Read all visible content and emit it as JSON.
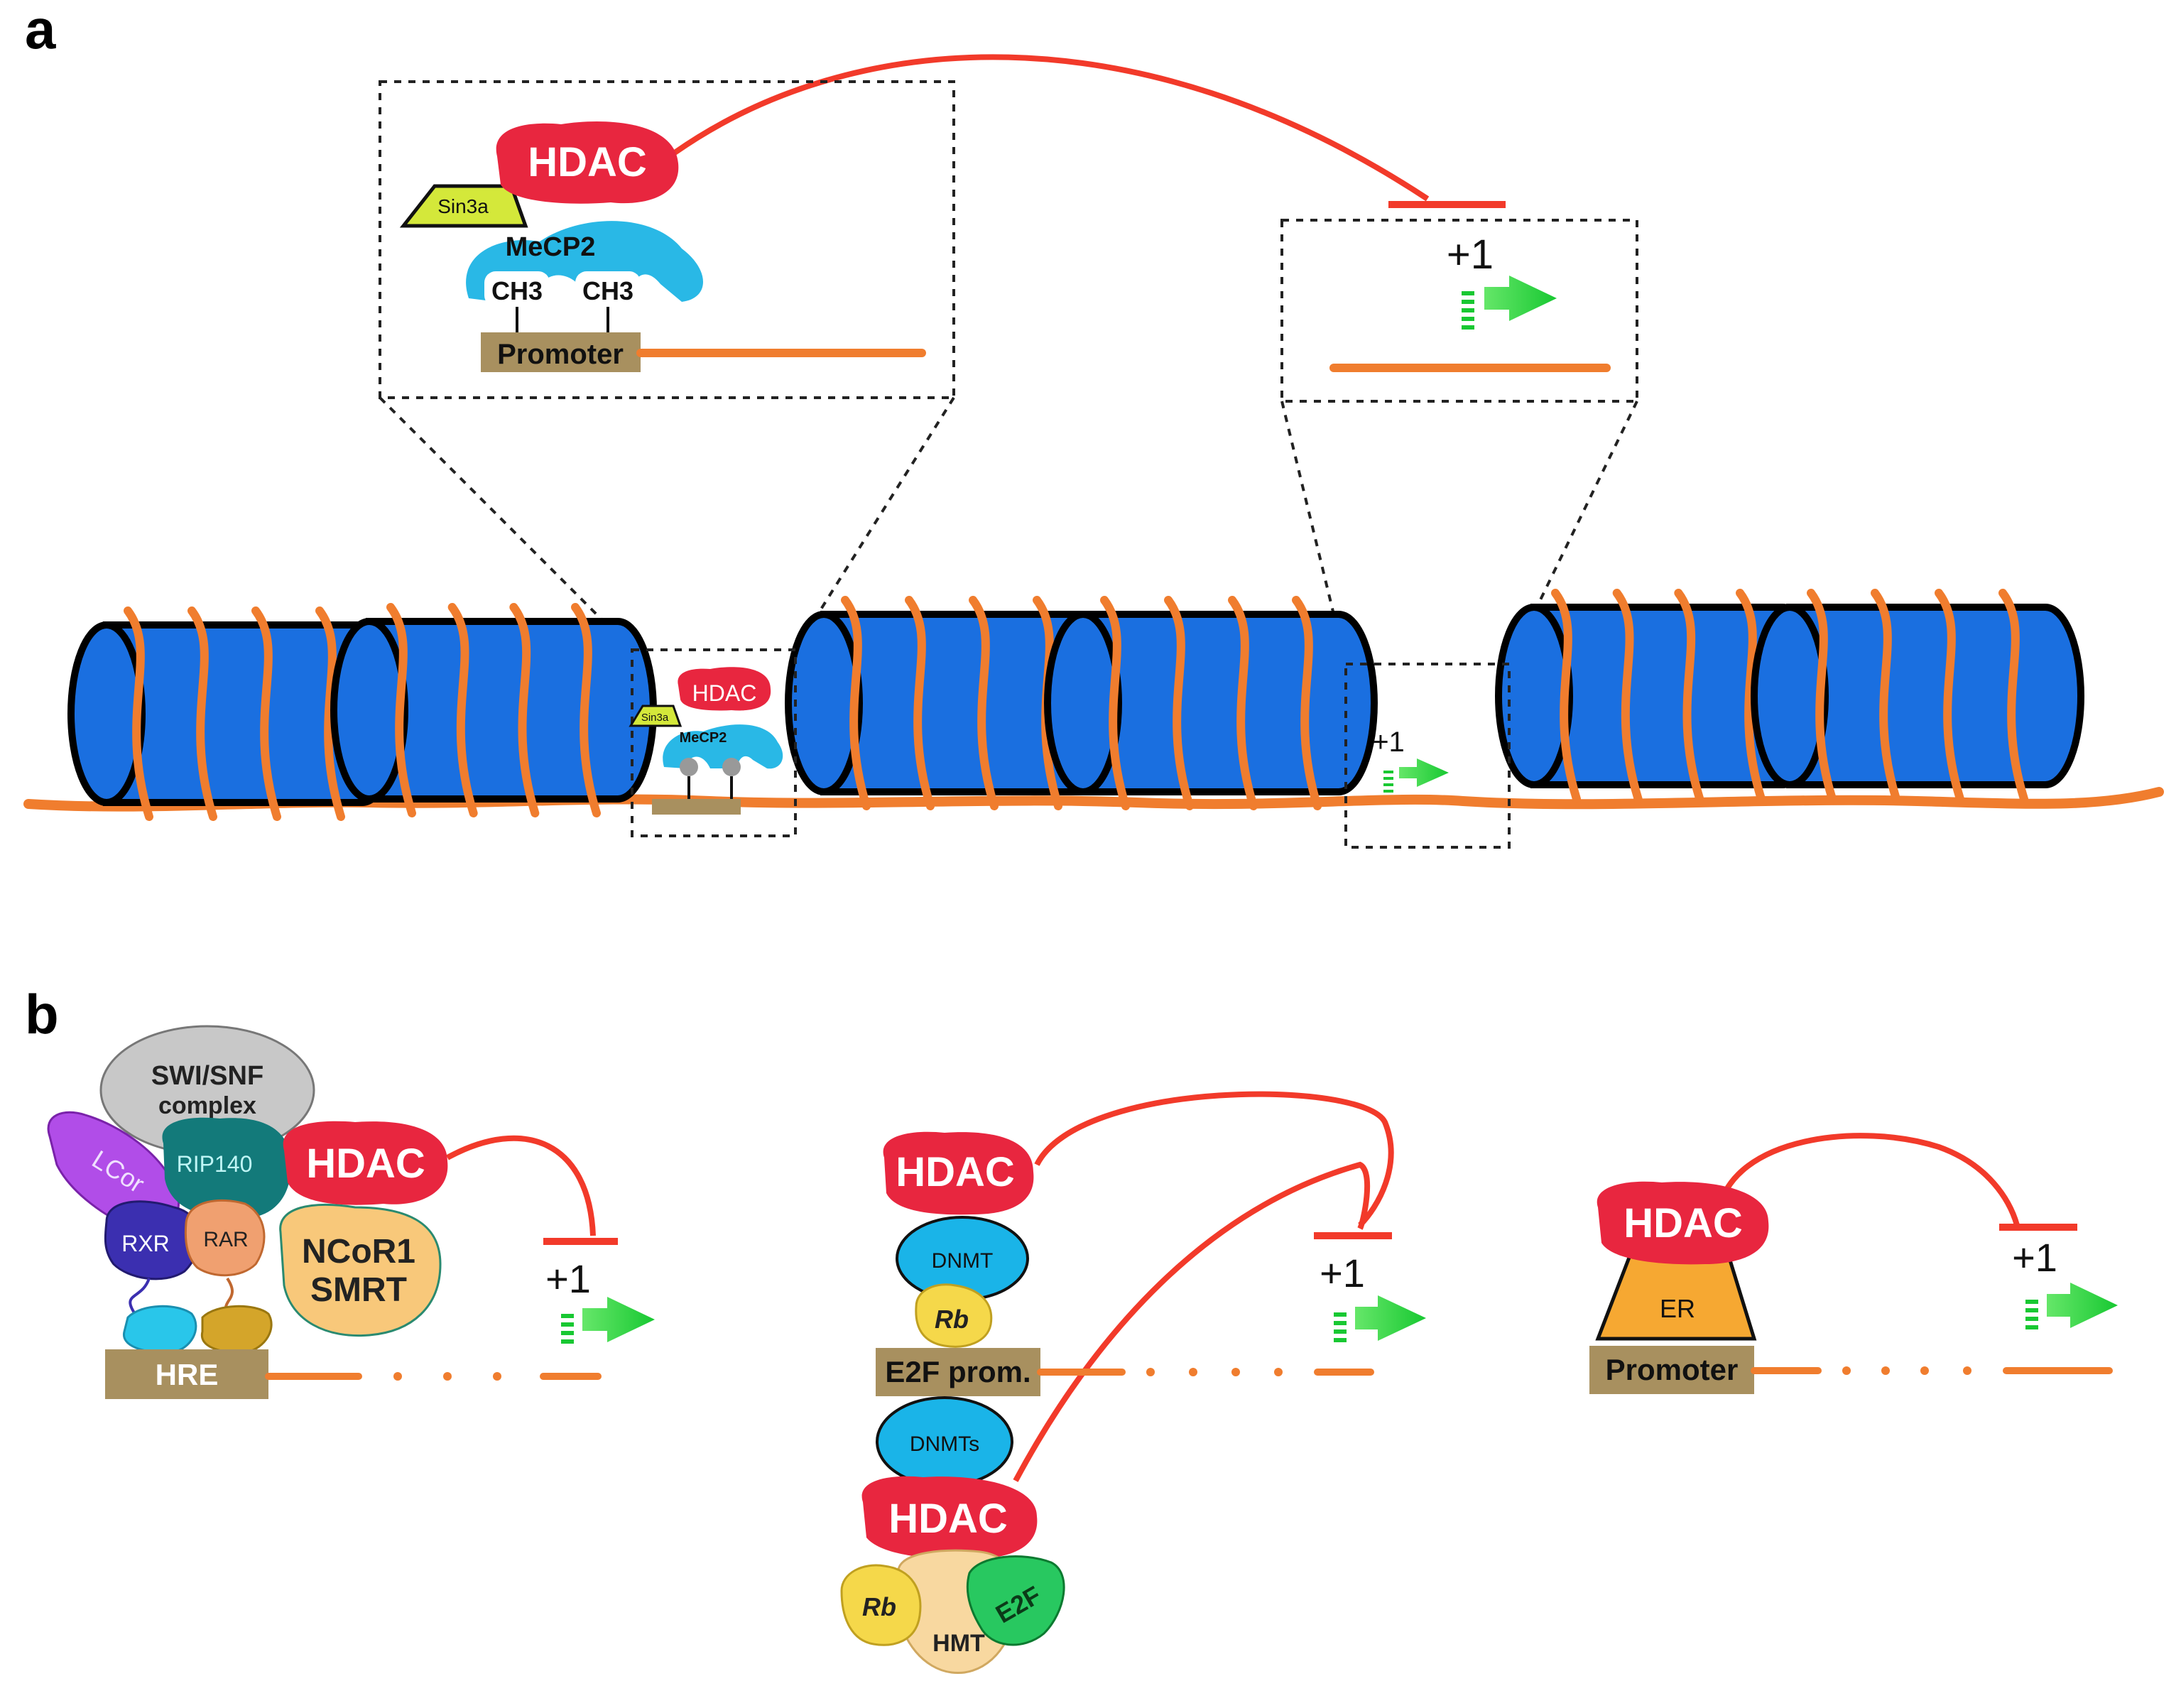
{
  "panels": {
    "a": {
      "label": "a"
    },
    "b": {
      "label": "b"
    }
  },
  "labels": {
    "hdac": "HDAC",
    "sin3a": "Sin3a",
    "mecp2": "MeCP2",
    "ch3": "CH3",
    "promoter": "Promoter",
    "tss": "+1",
    "swisnf_line1": "SWI/SNF",
    "swisnf_line2": "complex",
    "lcor": "LCor",
    "rip140": "RIP140",
    "rxr": "RXR",
    "rar": "RAR",
    "ncor1": "NCoR1",
    "smrt": "SMRT",
    "hre": "HRE",
    "dnmt": "DNMT",
    "dnmts": "DNMTs",
    "rb": "Rb",
    "e2f_prom": "E2F prom.",
    "e2f": "E2F",
    "hmt": "HMT",
    "er": "ER"
  },
  "colors": {
    "dna": "#f07d2e",
    "histone": "#1a6fe0",
    "hdac": "#e8263f",
    "mecp2": "#29b8e6",
    "sin3a": "#d4e83a",
    "promoter_box": "#a8905f",
    "inhibition": "#f23a2a",
    "arrow": "#2ed74a",
    "swisnf": "#c8c8c8",
    "lcor": "#b14de8",
    "rip140": "#137a7a",
    "rxr": "#3b2fb0",
    "rar": "#f0a070",
    "ncor": "#f8c87a",
    "dnmt": "#1ab4e8",
    "rb": "#f5d84a",
    "e2f": "#28c860",
    "hmt": "#f8d8a0",
    "er": "#f6a832"
  },
  "icons": [
    "tss-arrow-icon",
    "inhibition-bar-icon",
    "nucleosome-icon"
  ]
}
